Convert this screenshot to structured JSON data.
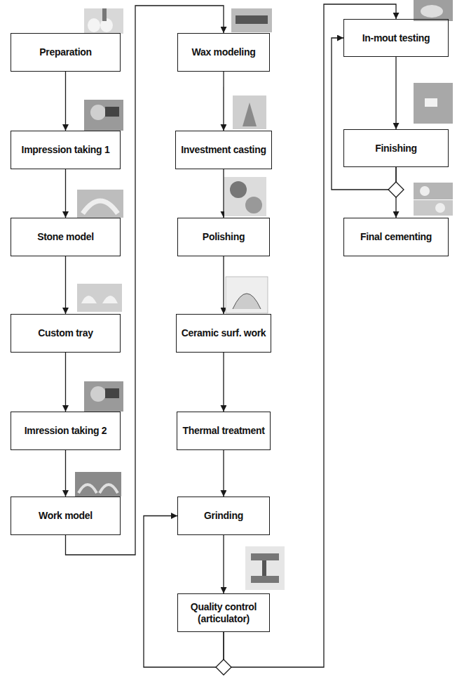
{
  "diagram": {
    "nodes": [
      {
        "text": [
          "Preparation"
        ]
      },
      {
        "text": [
          "Impression taking 1"
        ]
      },
      {
        "text": [
          "Stone model"
        ]
      },
      {
        "text": [
          "Custom tray"
        ]
      },
      {
        "text": [
          "Imression taking 2"
        ]
      },
      {
        "text": [
          "Work model"
        ]
      },
      {
        "text": [
          "Wax modeling"
        ]
      },
      {
        "text": [
          "Investment casting"
        ]
      },
      {
        "text": [
          "Polishing"
        ]
      },
      {
        "text": [
          "Ceramic surf. work"
        ]
      },
      {
        "text": [
          "Thermal treatment"
        ]
      },
      {
        "text": [
          "Grinding"
        ]
      },
      {
        "text": [
          "Quality control (articulator)"
        ]
      },
      {
        "text": [
          "In-mout testing"
        ]
      },
      {
        "text": [
          "Finishing"
        ]
      },
      {
        "text": [
          "Final cementing"
        ]
      }
    ],
    "edges": [
      {
        "from": 0,
        "to": 1,
        "arrow": "to"
      },
      {
        "from": 1,
        "to": 2,
        "arrow": "to"
      },
      {
        "from": 2,
        "to": 3,
        "arrow": "to"
      },
      {
        "from": 3,
        "to": 4,
        "arrow": "to"
      },
      {
        "from": 4,
        "to": 5,
        "arrow": "to"
      },
      {
        "from": 5,
        "to": 6,
        "arrow": "to"
      },
      {
        "from": 6,
        "to": 7,
        "arrow": "to"
      },
      {
        "from": 7,
        "to": 8,
        "arrow": "to"
      },
      {
        "from": 8,
        "to": 9,
        "arrow": "to"
      },
      {
        "from": 9,
        "to": 10,
        "arrow": "to"
      },
      {
        "from": 10,
        "to": 11,
        "arrow": "to"
      },
      {
        "from": 11,
        "to": 12,
        "arrow": "to"
      },
      {
        "from": 12,
        "to": 11,
        "arrow": "to"
      },
      {
        "from": 12,
        "to": 13,
        "arrow": "to"
      },
      {
        "from": 13,
        "to": 14,
        "arrow": "to"
      },
      {
        "from": 14,
        "to": 13,
        "arrow": "to"
      },
      {
        "from": 14,
        "to": 15,
        "arrow": "to"
      }
    ]
  }
}
